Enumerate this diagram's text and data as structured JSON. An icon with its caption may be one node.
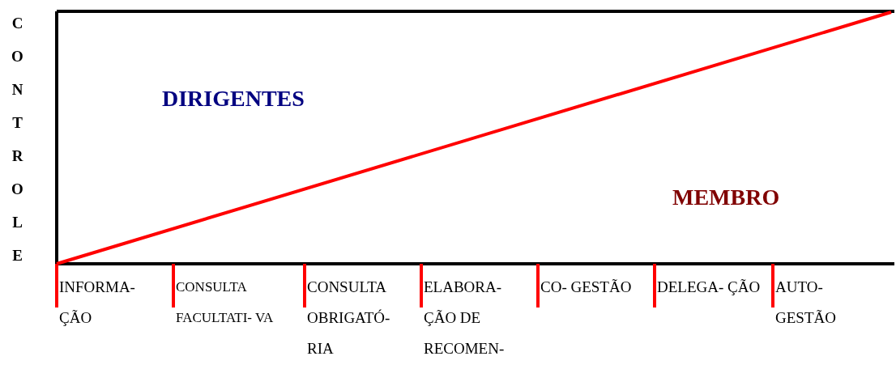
{
  "diagram": {
    "labels": [
      "CONTROLE",
      "DIRIGENTES",
      "MEMBRO",
      "INFORMA- ÇÃO",
      "CONSULTA FACULTATI- VA",
      "CONSULTA OBRIGATÓ- RIA",
      "ELABORA- ÇÃO DE RECOMEN-",
      "CO- GESTÃO",
      "DELEGA- ÇÃO",
      "AUTO- GESTÃO"
    ]
  }
}
